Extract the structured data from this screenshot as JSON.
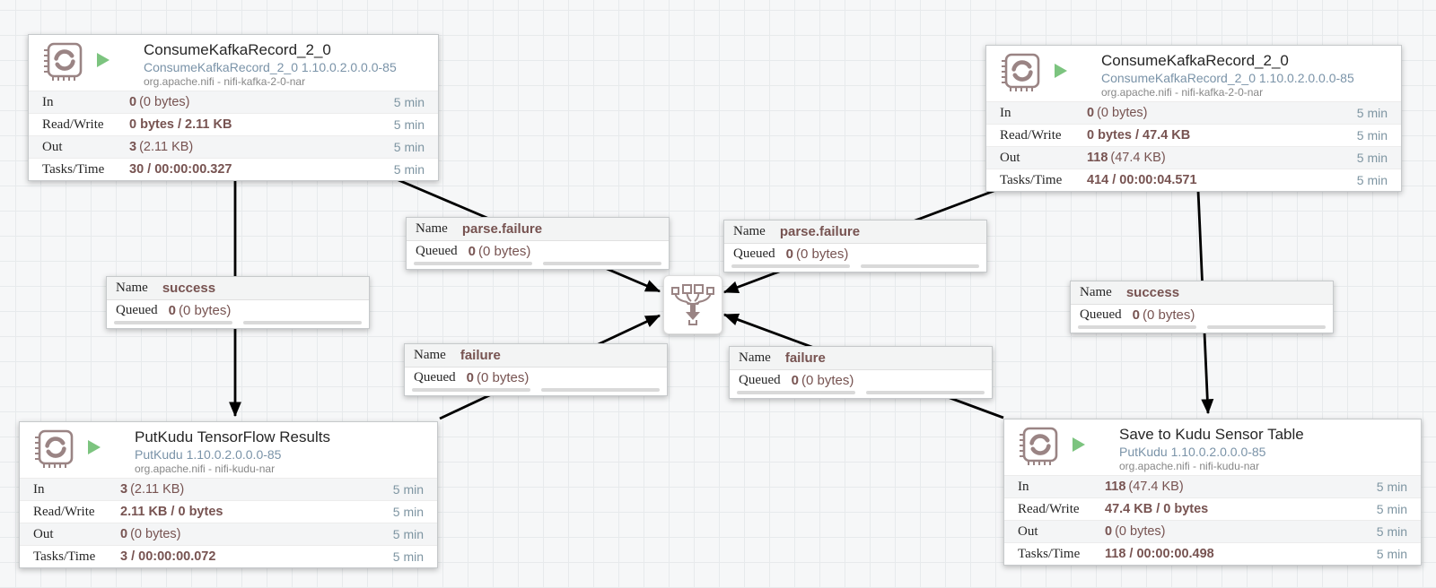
{
  "colors": {
    "canvas_bg": "#f6f7f8",
    "grid_line": "#e7eaec",
    "title_text": "#262626",
    "type_text": "#7a93a8",
    "bundle_text": "#878787",
    "value_text": "#775351",
    "time_text": "#7e95a2",
    "icon_mauve": "#9a8484",
    "run_status_green": "#7cc47f",
    "arrow": "#000000",
    "row_alt_bg": "#f4f5f6",
    "label_header_bg": "#f3f4f4"
  },
  "processors": [
    {
      "title": "ConsumeKafkaRecord_2_0",
      "type": "ConsumeKafkaRecord_2_0 1.10.0.2.0.0.0-85",
      "bundle": "org.apache.nifi - nifi-kafka-2-0-nar",
      "rows": [
        {
          "label": "In",
          "value_bold": "0",
          "value_rest": "(0 bytes)",
          "time": "5 min"
        },
        {
          "label": "Read/Write",
          "value_bold": "0 bytes / 2.11 KB",
          "value_rest": "",
          "time": "5 min"
        },
        {
          "label": "Out",
          "value_bold": "3",
          "value_rest": "(2.11 KB)",
          "time": "5 min"
        },
        {
          "label": "Tasks/Time",
          "value_bold": "30 / 00:00:00.327",
          "value_rest": "",
          "time": "5 min"
        }
      ]
    },
    {
      "title": "ConsumeKafkaRecord_2_0",
      "type": "ConsumeKafkaRecord_2_0 1.10.0.2.0.0.0-85",
      "bundle": "org.apache.nifi - nifi-kafka-2-0-nar",
      "rows": [
        {
          "label": "In",
          "value_bold": "0",
          "value_rest": "(0 bytes)",
          "time": "5 min"
        },
        {
          "label": "Read/Write",
          "value_bold": "0 bytes / 47.4 KB",
          "value_rest": "",
          "time": "5 min"
        },
        {
          "label": "Out",
          "value_bold": "118",
          "value_rest": "(47.4 KB)",
          "time": "5 min"
        },
        {
          "label": "Tasks/Time",
          "value_bold": "414 / 00:00:04.571",
          "value_rest": "",
          "time": "5 min"
        }
      ]
    },
    {
      "title": "PutKudu TensorFlow Results",
      "type": "PutKudu 1.10.0.2.0.0.0-85",
      "bundle": "org.apache.nifi - nifi-kudu-nar",
      "rows": [
        {
          "label": "In",
          "value_bold": "3",
          "value_rest": "(2.11 KB)",
          "time": "5 min"
        },
        {
          "label": "Read/Write",
          "value_bold": "2.11 KB / 0 bytes",
          "value_rest": "",
          "time": "5 min"
        },
        {
          "label": "Out",
          "value_bold": "0",
          "value_rest": "(0 bytes)",
          "time": "5 min"
        },
        {
          "label": "Tasks/Time",
          "value_bold": "3 / 00:00:00.072",
          "value_rest": "",
          "time": "5 min"
        }
      ]
    },
    {
      "title": "Save to Kudu Sensor Table",
      "type": "PutKudu 1.10.0.2.0.0.0-85",
      "bundle": "org.apache.nifi - nifi-kudu-nar",
      "rows": [
        {
          "label": "In",
          "value_bold": "118",
          "value_rest": "(47.4 KB)",
          "time": "5 min"
        },
        {
          "label": "Read/Write",
          "value_bold": "47.4 KB / 0 bytes",
          "value_rest": "",
          "time": "5 min"
        },
        {
          "label": "Out",
          "value_bold": "0",
          "value_rest": "(0 bytes)",
          "time": "5 min"
        },
        {
          "label": "Tasks/Time",
          "value_bold": "118 / 00:00:00.498",
          "value_rest": "",
          "time": "5 min"
        }
      ]
    }
  ],
  "connections": [
    {
      "name_label": "Name",
      "name": "parse.failure",
      "queued_label": "Queued",
      "queued_bold": "0",
      "queued_rest": "(0 bytes)"
    },
    {
      "name_label": "Name",
      "name": "parse.failure",
      "queued_label": "Queued",
      "queued_bold": "0",
      "queued_rest": "(0 bytes)"
    },
    {
      "name_label": "Name",
      "name": "success",
      "queued_label": "Queued",
      "queued_bold": "0",
      "queued_rest": "(0 bytes)"
    },
    {
      "name_label": "Name",
      "name": "success",
      "queued_label": "Queued",
      "queued_bold": "0",
      "queued_rest": "(0 bytes)"
    },
    {
      "name_label": "Name",
      "name": "failure",
      "queued_label": "Queued",
      "queued_bold": "0",
      "queued_rest": "(0 bytes)"
    },
    {
      "name_label": "Name",
      "name": "failure",
      "queued_label": "Queued",
      "queued_bold": "0",
      "queued_rest": "(0 bytes)"
    }
  ],
  "funnel": {
    "icon": "funnel-icon"
  }
}
